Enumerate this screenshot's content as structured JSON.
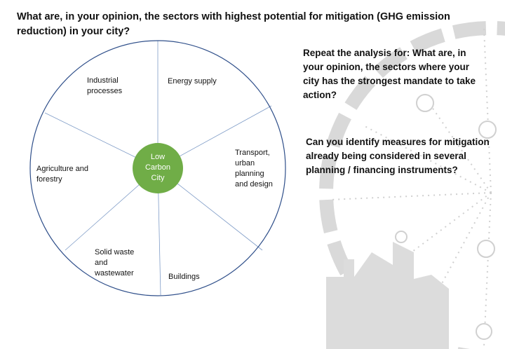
{
  "title": "What are, in your opinion, the sectors with highest potential for mitigation (GHG emission reduction) in your city?",
  "wheel": {
    "center": "Low\nCarbon\nCity",
    "sectors": [
      "Industrial processes",
      "Energy supply",
      "Transport, urban planning and design",
      "Buildings",
      "Solid waste and wastewater",
      "Agriculture and forestry"
    ]
  },
  "prompts": {
    "mandate": "Repeat the analysis for: What are, in your opinion, the sectors where your city has the strongest mandate to take action?",
    "measures": "Can you identify measures for mitigation already being considered in several planning / financing instruments?"
  },
  "colors": {
    "circle_outline": "#2f4f8a",
    "spokes": "#7f9cc7",
    "center_fill": "#70ad47",
    "decoration": "#d9d9d9"
  }
}
